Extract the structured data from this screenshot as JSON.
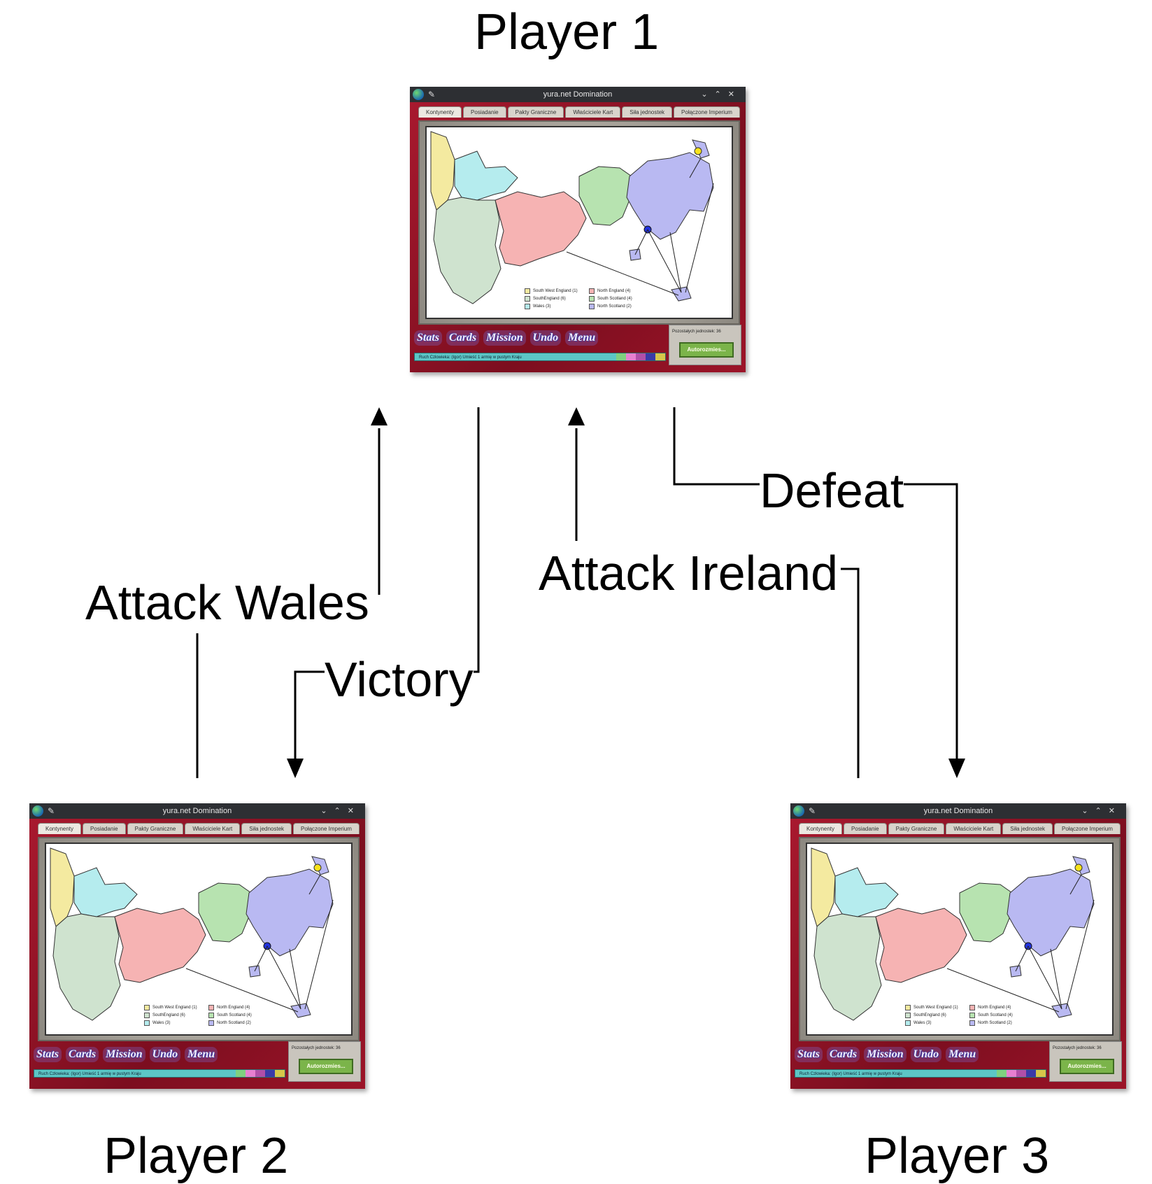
{
  "players": [
    {
      "label": "Player 1"
    },
    {
      "label": "Player 2"
    },
    {
      "label": "Player 3"
    }
  ],
  "edges": [
    {
      "label": "Attack Wales"
    },
    {
      "label": "Victory"
    },
    {
      "label": "Attack Ireland"
    },
    {
      "label": "Defeat"
    }
  ],
  "game_window": {
    "title": "yura.net Domination",
    "tabs": [
      "Kontynenty",
      "Posiadanie",
      "Pakty Graniczne",
      "Właściciele Kart",
      "Siła jednostek",
      "Połączone Imperium"
    ],
    "legend": [
      {
        "name": "South West England (1)",
        "color": "#f4eaa0"
      },
      {
        "name": "North England (4)",
        "color": "#f6b3b3"
      },
      {
        "name": "SouthEngland (6)",
        "color": "#cfe3cf"
      },
      {
        "name": "South Scotland (4)",
        "color": "#b7e3b0"
      },
      {
        "name": "Wales (3)",
        "color": "#b5ecee"
      },
      {
        "name": "North Scotland (2)",
        "color": "#b9b9f2"
      }
    ],
    "buttons": [
      "Stats",
      "Cards",
      "Mission",
      "Undo",
      "Menu"
    ],
    "status": "Ruch Człowieka: (Igor) Umieść 1 armię w pustym Kraju",
    "remaining": "Pozostałych jednostek: 36",
    "autoplace": "Autorozmies..."
  }
}
